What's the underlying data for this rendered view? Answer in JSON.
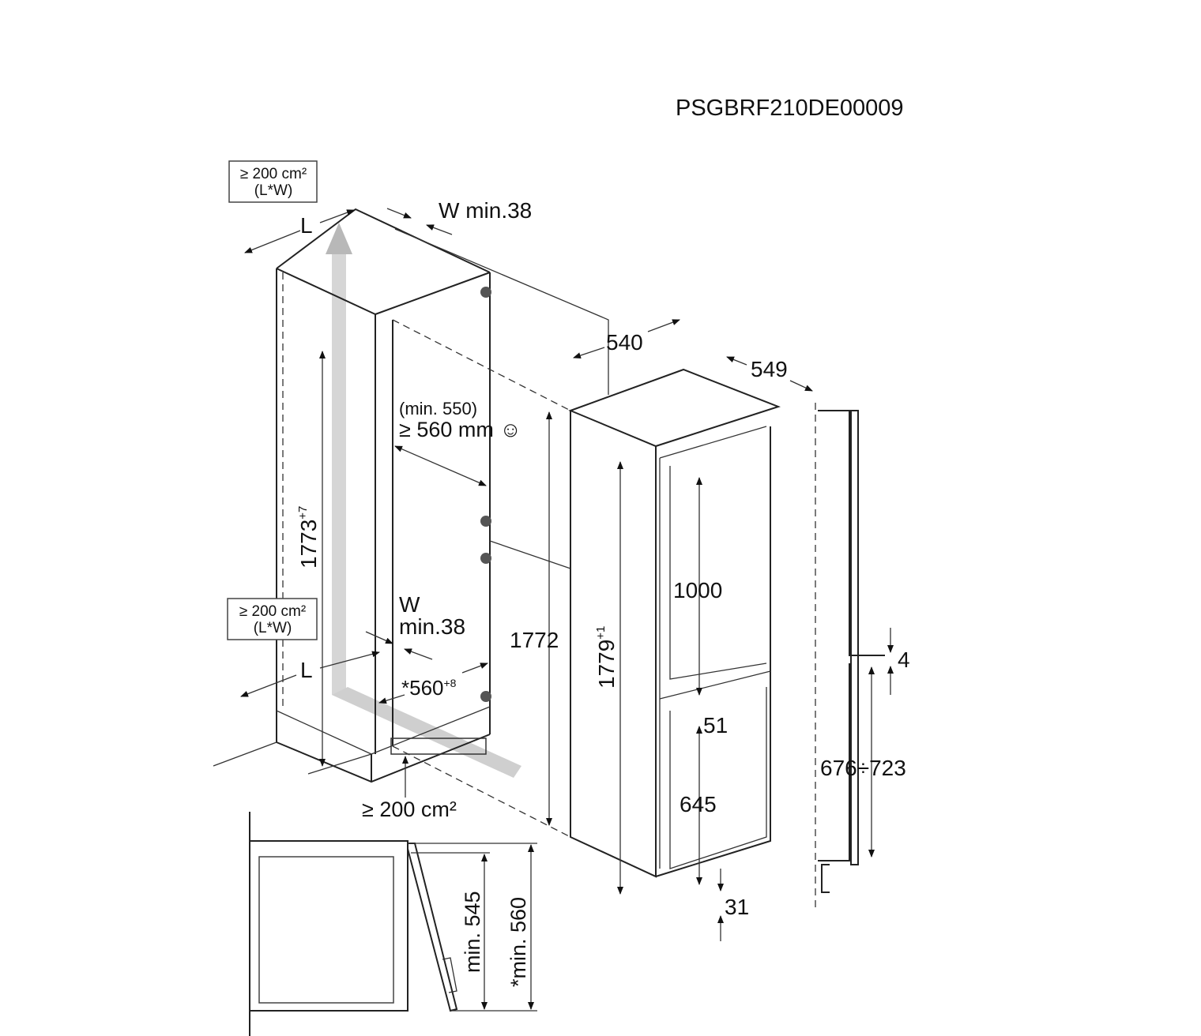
{
  "model_code": "PSGBRF210DE00009",
  "top_vent": {
    "area": "≥ 200 cm²",
    "formula": "(L*W)",
    "length_label": "L",
    "gap_label": "W min.38"
  },
  "bottom_vent": {
    "area": "≥ 200 cm²",
    "formula": "(L*W)",
    "length_label": "L",
    "gap_label_1": "W",
    "gap_label_2": "min.38"
  },
  "plinth_vent": "≥ 200 cm²",
  "niche": {
    "depth_min": "(min. 550)",
    "depth": "≥ 560 mm ☺",
    "height": "1773",
    "height_tol": "+7",
    "width": "*560",
    "width_tol": "+8"
  },
  "appliance": {
    "width": "540",
    "depth": "549",
    "height_total": "1772",
    "height": "1779",
    "height_tol": "+1",
    "upper_door": "1000",
    "gap": "51",
    "lower_door": "645",
    "bottom": "31"
  },
  "door_panel": {
    "gap": "4",
    "range": "676÷723"
  },
  "side_view": {
    "min_545": "min. 545",
    "min_560": "*min. 560"
  }
}
